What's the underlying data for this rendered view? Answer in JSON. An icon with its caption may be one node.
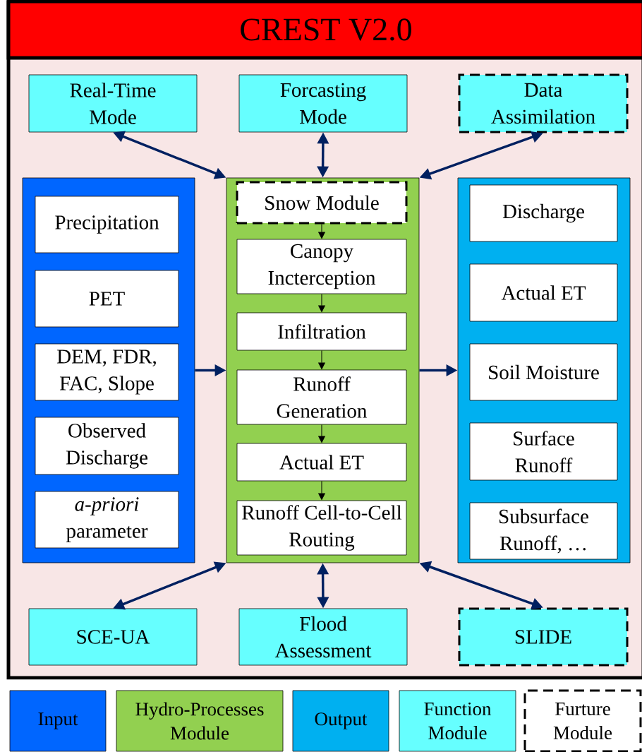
{
  "diagram": {
    "title": "CREST V2.0",
    "nodes": [
      {
        "text": [
          "Real-Time Mode"
        ]
      },
      {
        "text": [
          "Forcasting Mode"
        ]
      },
      {
        "text": [
          "Data Assimilation"
        ]
      },
      {
        "text": [],
        "shape": "box"
      },
      {
        "text": [
          "Precipitation"
        ],
        "in": 3
      },
      {
        "text": [
          "PET"
        ],
        "in": 3
      },
      {
        "text": [
          "DEM, FDR, FAC, Slope"
        ],
        "in": 3
      },
      {
        "text": [
          "Observed Discharge"
        ],
        "in": 3
      },
      {
        "text": [
          "*a-priori* parameter"
        ],
        "in": 3
      },
      {
        "text": [],
        "shape": "box"
      },
      {
        "text": [
          "Snow Module"
        ],
        "in": 9
      },
      {
        "text": [
          "Canopy Incterception"
        ],
        "in": 9
      },
      {
        "text": [
          "Infiltration"
        ],
        "in": 9
      },
      {
        "text": [
          "Runoff Generation"
        ],
        "in": 9
      },
      {
        "text": [
          "Actual ET"
        ],
        "in": 9
      },
      {
        "text": [
          "Runoff Cell-to-Cell Routing"
        ],
        "in": 9
      },
      {
        "text": [],
        "shape": "box"
      },
      {
        "text": [
          "Discharge"
        ],
        "in": 16
      },
      {
        "text": [
          "Actual ET"
        ],
        "in": 16
      },
      {
        "text": [
          "Soil Moisture"
        ],
        "in": 16
      },
      {
        "text": [
          "Surface Runoff"
        ],
        "in": 16
      },
      {
        "text": [
          "Subsurface Runoff, …"
        ],
        "in": 16
      },
      {
        "text": [
          "SCE-UA"
        ]
      },
      {
        "text": [
          "Flood Assessment"
        ]
      },
      {
        "text": [
          "SLIDE"
        ]
      }
    ],
    "edges": [
      {
        "from": 0,
        "to": 9,
        "arrow": "both"
      },
      {
        "from": 1,
        "to": 9,
        "arrow": "both"
      },
      {
        "from": 2,
        "to": 9,
        "arrow": "both"
      },
      {
        "from": 3,
        "to": 9,
        "arrow": "to"
      },
      {
        "from": 9,
        "to": 16,
        "arrow": "to"
      },
      {
        "from": 22,
        "to": 9,
        "arrow": "both"
      },
      {
        "from": 23,
        "to": 9,
        "arrow": "both"
      },
      {
        "from": 24,
        "to": 9,
        "arrow": "both"
      },
      {
        "from": 10,
        "to": 11,
        "arrow": "to",
        "color": "#000000"
      },
      {
        "from": 11,
        "to": 12,
        "arrow": "to",
        "color": "#000000"
      },
      {
        "from": 12,
        "to": 13,
        "arrow": "to",
        "color": "#000000"
      },
      {
        "from": 13,
        "to": 14,
        "arrow": "to",
        "color": "#000000"
      },
      {
        "from": 14,
        "to": 15,
        "arrow": "to",
        "color": "#000000"
      }
    ],
    "legend": [
      {
        "text": "Input",
        "color": "#0066ff"
      },
      {
        "text": "Hydro-Processes Module",
        "color": "#92d050"
      },
      {
        "text": "Output",
        "color": "#00b0f0"
      },
      {
        "text": "Function Module",
        "color": "#66ffff"
      },
      {
        "text": "Furture Module"
      }
    ]
  }
}
